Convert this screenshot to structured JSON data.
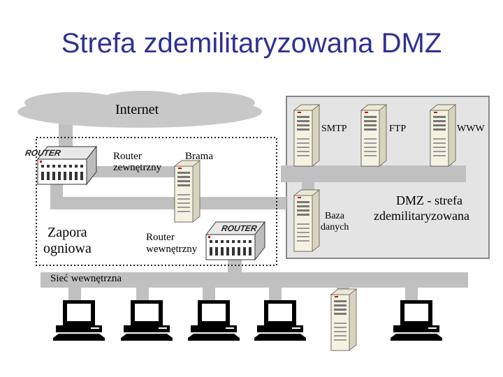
{
  "title": "Strefa zdemilitaryzowana DMZ",
  "labels": {
    "internet": "Internet",
    "router_ext_1": "Router",
    "router_ext_2": "zewnętrzny",
    "gateway": "Brama",
    "firewall_1": "Zapora",
    "firewall_2": "ogniowa",
    "router_int_1": "Router",
    "router_int_2": "wewnętrzny",
    "internal_network": "Sieć wewnętrzna",
    "smtp": "SMTP",
    "ftp": "FTP",
    "www": "WWW",
    "database_1": "Baza",
    "database_2": "danych",
    "dmz_1": "DMZ - strefa",
    "dmz_2": "zdemilitaryzowana"
  },
  "router_badge": "ROUTER",
  "colors": {
    "title": "#2e3192",
    "cloud": "#c8c8c8",
    "bus": "#c0c0c0",
    "dmz_panel": "#e4e4e4",
    "server": "#f5f2e1"
  }
}
